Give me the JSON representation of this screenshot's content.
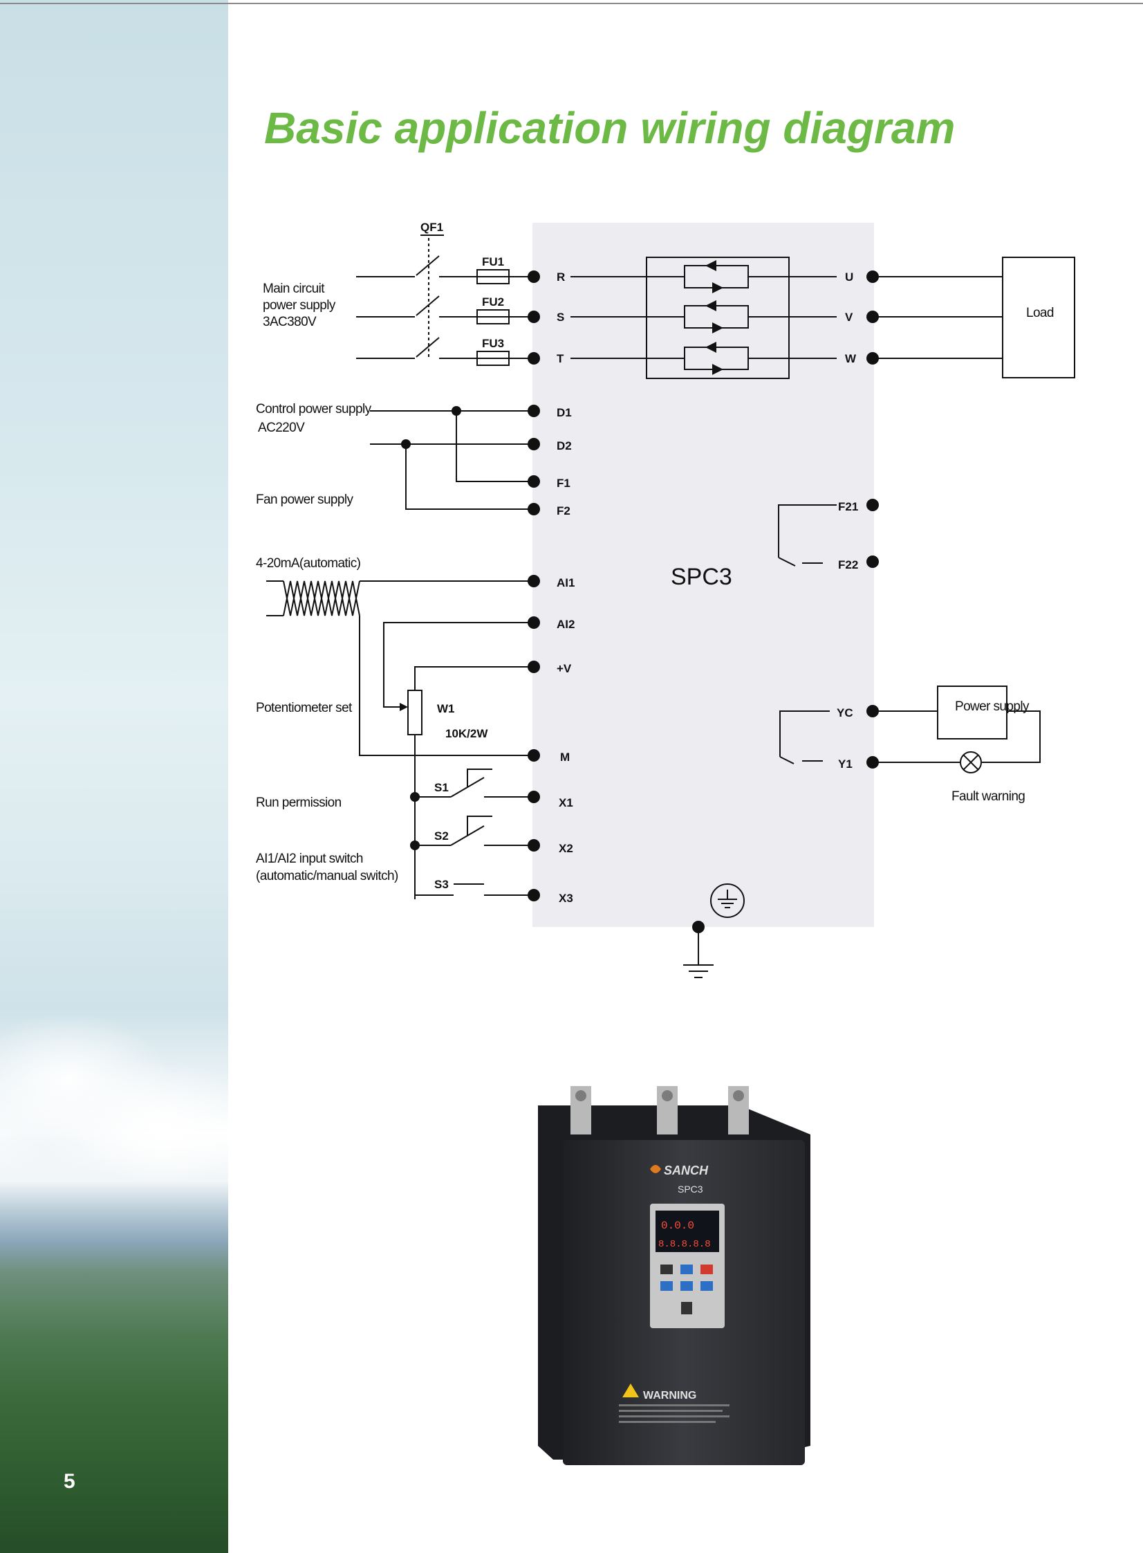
{
  "page": {
    "title": "Basic application wiring diagram",
    "number": "5"
  },
  "device": {
    "name": "SPC3",
    "input_terminals": [
      "R",
      "S",
      "T"
    ],
    "output_terminals": [
      "U",
      "V",
      "W"
    ],
    "control_terminals": [
      "D1",
      "D2",
      "F1",
      "F2",
      "AI1",
      "AI2",
      "+V",
      "M",
      "X1",
      "X2",
      "X3"
    ],
    "relay_terminals": [
      "F21",
      "F22",
      "YC",
      "Y1"
    ]
  },
  "components": {
    "breaker": "QF1",
    "fuses": [
      "FU1",
      "FU2",
      "FU3"
    ],
    "potentiometer": "W1",
    "potentiometer_rating": "10K/2W",
    "switches": [
      "S1",
      "S2",
      "S3"
    ],
    "load": "Load",
    "power_supply": "Power supply",
    "fault_lamp_label": "Fault warning"
  },
  "labels": {
    "main_circuit": [
      "Main circuit",
      "power supply",
      "3AC380V"
    ],
    "control_power": [
      "Control power supply",
      "AC220V"
    ],
    "fan_power": "Fan power supply",
    "analog_input": "4-20mA(automatic)",
    "potentiometer_set": "Potentiometer set",
    "run_permission": "Run permission",
    "input_switch": [
      "AI1/AI2 input switch",
      "(automatic/manual switch)"
    ]
  },
  "product": {
    "brand": "SANCH",
    "model": "SPC3",
    "warning_title": "WARNING",
    "display_top": "0.0.0",
    "display_bottom": "8.8.8.8.8"
  },
  "colors": {
    "title": "#6cb945",
    "device_panel": "#ededf1",
    "housing": "#2e2f33"
  }
}
